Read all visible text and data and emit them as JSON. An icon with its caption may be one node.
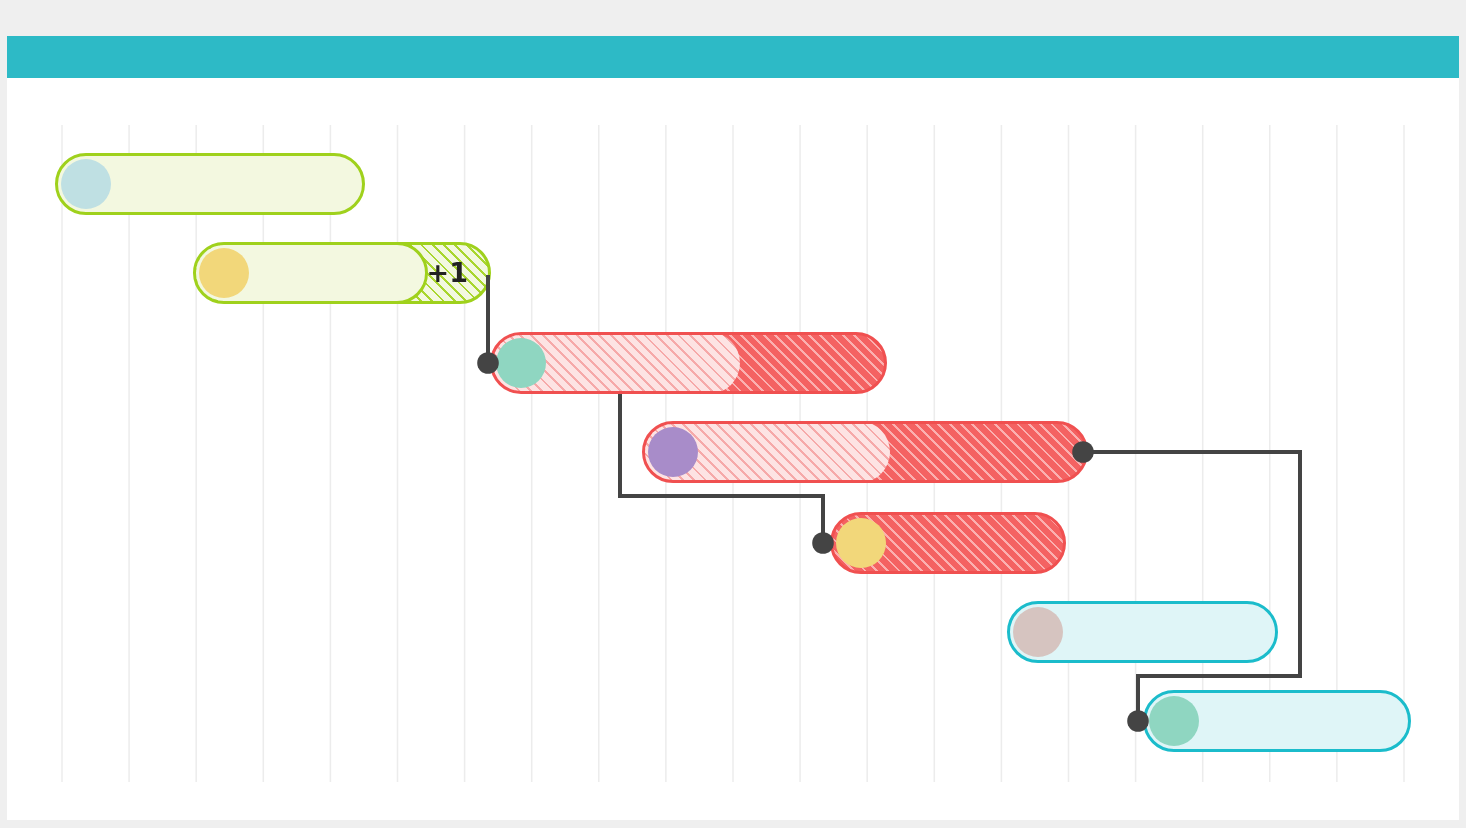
{
  "diagram": {
    "nodes": [
      {
        "text": [],
        "shape": "bar"
      },
      {
        "text": [
          "+1"
        ]
      },
      {
        "text": [],
        "shape": "bar"
      },
      {
        "text": [],
        "shape": "bar"
      },
      {
        "text": [],
        "shape": "bar"
      },
      {
        "text": [],
        "shape": "bar"
      },
      {
        "text": [],
        "shape": "bar"
      }
    ],
    "edges": [
      {
        "from": 1,
        "to": 2,
        "arrow": "other"
      },
      {
        "from": 2,
        "to": 4,
        "arrow": "other"
      },
      {
        "from": 3,
        "to": 6,
        "arrow": "other"
      }
    ]
  }
}
